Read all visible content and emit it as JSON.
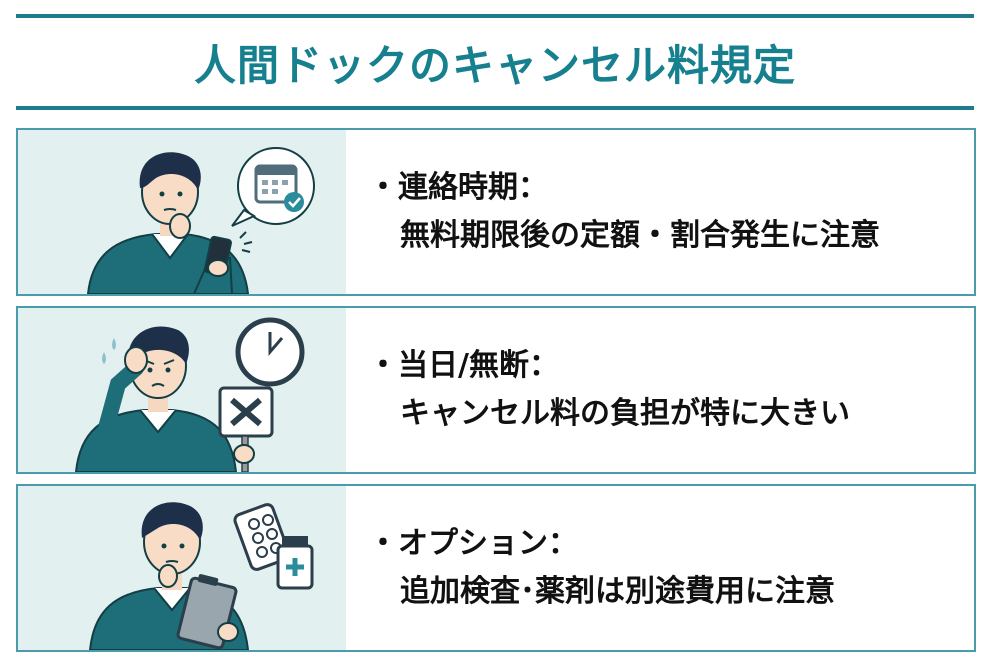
{
  "title": "人間ドックのキャンセル料規定",
  "items": [
    {
      "heading": "・連絡時期：",
      "detail": "無料期限後の定額・割合発生に注意",
      "illustration": "man-with-phone-calendar-icon"
    },
    {
      "heading": "・当日/無断：",
      "detail": "キャンセル料の負担が特に大きい",
      "illustration": "worried-man-clock-x-sign-icon"
    },
    {
      "heading": "・オプション：",
      "detail": "追加検査･薬剤は別途費用に注意",
      "illustration": "man-clipboard-medicine-icon"
    }
  ],
  "colors": {
    "accent": "#16808f",
    "border": "#4a9bab",
    "panel": "#e3f0f0",
    "sweater": "#1d6e78"
  }
}
